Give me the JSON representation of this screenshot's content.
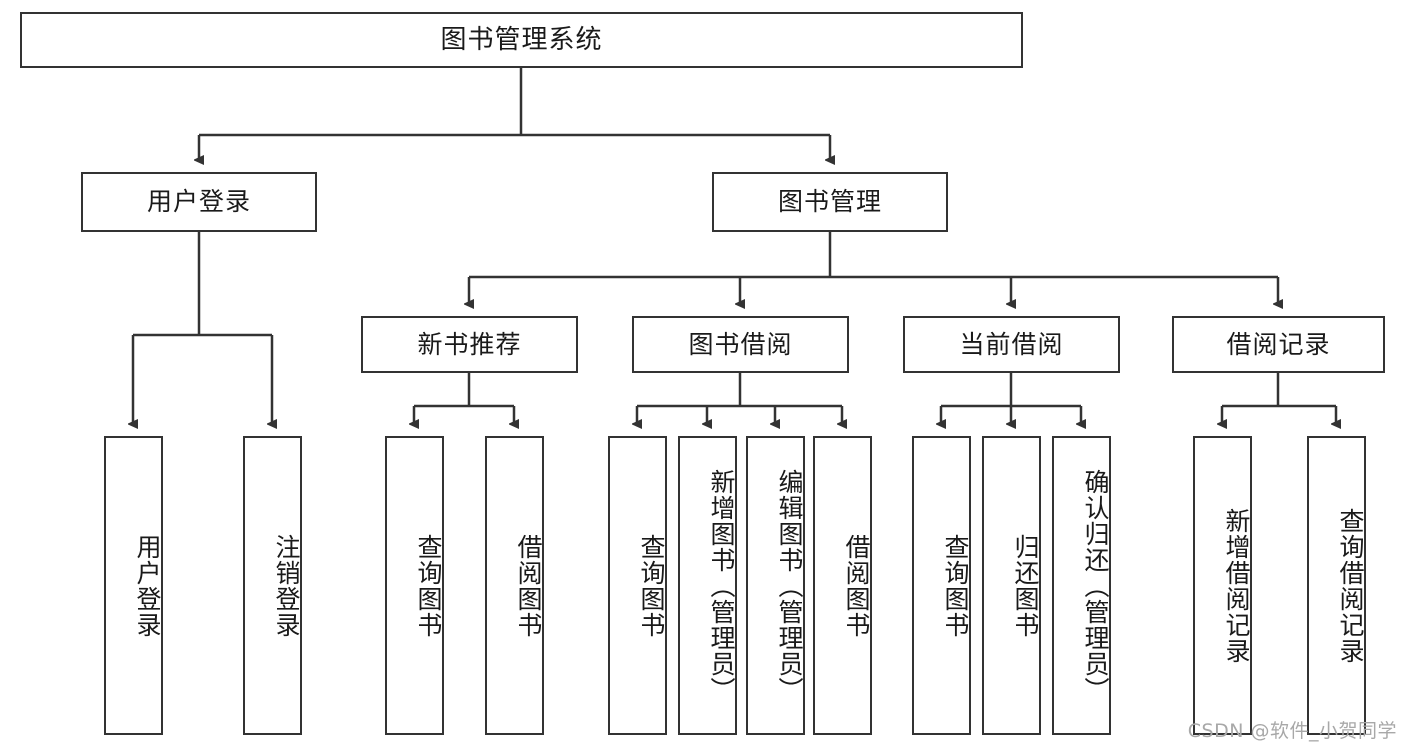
{
  "diagram": {
    "title_node": {
      "label": "图书管理系统"
    },
    "level2": [
      {
        "id": "user-login",
        "label": "用户登录"
      },
      {
        "id": "book-management",
        "label": "图书管理"
      }
    ],
    "level3": [
      {
        "id": "new-book-recommend",
        "label": "新书推荐"
      },
      {
        "id": "book-borrow",
        "label": "图书借阅"
      },
      {
        "id": "current-borrow",
        "label": "当前借阅"
      },
      {
        "id": "borrow-record",
        "label": "借阅记录"
      }
    ],
    "leaves": {
      "user_login": [
        {
          "id": "leaf-user-login",
          "label": "用户登录"
        },
        {
          "id": "leaf-logout-login",
          "label": "注销登录"
        }
      ],
      "new_book_recommend": [
        {
          "id": "leaf-query-book-1",
          "label": "查询图书"
        },
        {
          "id": "leaf-borrow-book-1",
          "label": "借阅图书"
        }
      ],
      "book_borrow": [
        {
          "id": "leaf-query-book-2",
          "label": "查询图书"
        },
        {
          "id": "leaf-add-book",
          "label": "新增图书（管理员）"
        },
        {
          "id": "leaf-edit-book",
          "label": "编辑图书（管理员）"
        },
        {
          "id": "leaf-borrow-book-2",
          "label": "借阅图书"
        }
      ],
      "current_borrow": [
        {
          "id": "leaf-query-book-3",
          "label": "查询图书"
        },
        {
          "id": "leaf-return-book",
          "label": "归还图书"
        },
        {
          "id": "leaf-confirm-return",
          "label": "确认归还（管理员）"
        }
      ],
      "borrow_record": [
        {
          "id": "leaf-add-record",
          "label": "新增借阅记录"
        },
        {
          "id": "leaf-query-record",
          "label": "查询借阅记录"
        }
      ]
    },
    "watermark": "CSDN @软件_小贺同学",
    "colors": {
      "stroke": "#333333",
      "background": "#ffffff",
      "text": "#1a1a1a",
      "watermark": "#a8a8a8"
    }
  }
}
